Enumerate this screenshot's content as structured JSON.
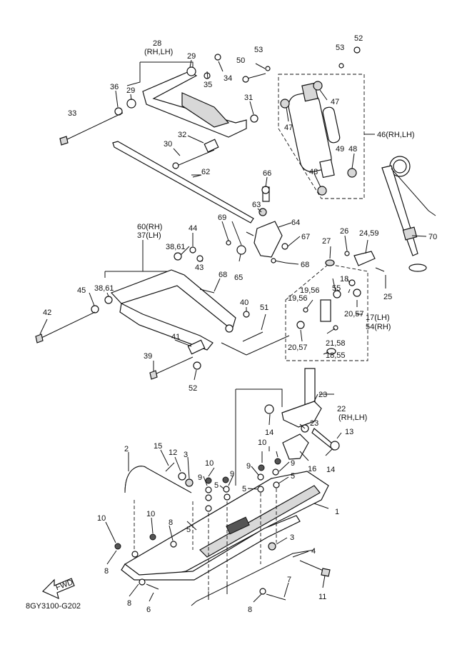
{
  "diagram": {
    "diagram_code": "8GY3100-G202",
    "fwd_label": "FWD",
    "callouts": [
      {
        "id": "c28",
        "text": "28"
      },
      {
        "id": "c28s",
        "text": "(RH,LH)"
      },
      {
        "id": "c29a",
        "text": "29"
      },
      {
        "id": "c29b",
        "text": "29"
      },
      {
        "id": "c35",
        "text": "35"
      },
      {
        "id": "c34",
        "text": "34"
      },
      {
        "id": "c50",
        "text": "50"
      },
      {
        "id": "c53a",
        "text": "53"
      },
      {
        "id": "c53b",
        "text": "53"
      },
      {
        "id": "c52a",
        "text": "52"
      },
      {
        "id": "c36",
        "text": "36"
      },
      {
        "id": "c31",
        "text": "31"
      },
      {
        "id": "c47a",
        "text": "47"
      },
      {
        "id": "c47b",
        "text": "47"
      },
      {
        "id": "c33",
        "text": "33"
      },
      {
        "id": "c46",
        "text": "46(RH,LH)"
      },
      {
        "id": "c32",
        "text": "32"
      },
      {
        "id": "c30",
        "text": "30"
      },
      {
        "id": "c49",
        "text": "49"
      },
      {
        "id": "c48a",
        "text": "48"
      },
      {
        "id": "c48b",
        "text": "48"
      },
      {
        "id": "c62",
        "text": "62"
      },
      {
        "id": "c66",
        "text": "66"
      },
      {
        "id": "c63",
        "text": "63"
      },
      {
        "id": "c69",
        "text": "69"
      },
      {
        "id": "c64",
        "text": "64"
      },
      {
        "id": "c60",
        "text": "60(RH)"
      },
      {
        "id": "c37",
        "text": "37(LH)"
      },
      {
        "id": "c44",
        "text": "44"
      },
      {
        "id": "c67",
        "text": "67"
      },
      {
        "id": "c27",
        "text": "27"
      },
      {
        "id": "c26",
        "text": "26"
      },
      {
        "id": "c2459",
        "text": "24,59"
      },
      {
        "id": "c70",
        "text": "70"
      },
      {
        "id": "c3861a",
        "text": "38,61"
      },
      {
        "id": "c43",
        "text": "43"
      },
      {
        "id": "c65",
        "text": "65"
      },
      {
        "id": "c68a",
        "text": "68"
      },
      {
        "id": "c68b",
        "text": "68"
      },
      {
        "id": "c18",
        "text": "18"
      },
      {
        "id": "c45",
        "text": "45"
      },
      {
        "id": "c3861b",
        "text": "38,61"
      },
      {
        "id": "c1956a",
        "text": "19,56"
      },
      {
        "id": "c55",
        "text": "55"
      },
      {
        "id": "c25",
        "text": "25"
      },
      {
        "id": "c1956b",
        "text": "19,56"
      },
      {
        "id": "c40",
        "text": "40"
      },
      {
        "id": "c51",
        "text": "51"
      },
      {
        "id": "c42",
        "text": "42"
      },
      {
        "id": "c2057a",
        "text": "20,57"
      },
      {
        "id": "c17",
        "text": "17(LH)"
      },
      {
        "id": "c54",
        "text": "54(RH)"
      },
      {
        "id": "c41",
        "text": "41"
      },
      {
        "id": "c2158",
        "text": "21,58"
      },
      {
        "id": "c2057b",
        "text": "20,57"
      },
      {
        "id": "c1855",
        "text": "18,55"
      },
      {
        "id": "c39",
        "text": "39"
      },
      {
        "id": "c52b",
        "text": "52"
      },
      {
        "id": "c23a",
        "text": "23"
      },
      {
        "id": "c22",
        "text": "22"
      },
      {
        "id": "c22s",
        "text": "(RH,LH)"
      },
      {
        "id": "c23b",
        "text": "23"
      },
      {
        "id": "c14a",
        "text": "14"
      },
      {
        "id": "c13",
        "text": "13"
      },
      {
        "id": "c15",
        "text": "15"
      },
      {
        "id": "c2",
        "text": "2"
      },
      {
        "id": "c12",
        "text": "12"
      },
      {
        "id": "c3a",
        "text": "3"
      },
      {
        "id": "c10a",
        "text": "10"
      },
      {
        "id": "c10b",
        "text": "10"
      },
      {
        "id": "c16",
        "text": "16"
      },
      {
        "id": "c14b",
        "text": "14"
      },
      {
        "id": "c9a",
        "text": "9"
      },
      {
        "id": "c5a",
        "text": "5"
      },
      {
        "id": "c9b",
        "text": "9"
      },
      {
        "id": "c9c",
        "text": "9"
      },
      {
        "id": "c9d",
        "text": "9"
      },
      {
        "id": "c5b",
        "text": "5"
      },
      {
        "id": "c5c",
        "text": "5"
      },
      {
        "id": "c1",
        "text": "1"
      },
      {
        "id": "c10c",
        "text": "10"
      },
      {
        "id": "c10d",
        "text": "10"
      },
      {
        "id": "c8a",
        "text": "8"
      },
      {
        "id": "c5d",
        "text": "5"
      },
      {
        "id": "c3b",
        "text": "3"
      },
      {
        "id": "c4",
        "text": "4"
      },
      {
        "id": "c8b",
        "text": "8"
      },
      {
        "id": "c11",
        "text": "11"
      },
      {
        "id": "c7",
        "text": "7"
      },
      {
        "id": "c8c",
        "text": "8"
      },
      {
        "id": "c6",
        "text": "6"
      },
      {
        "id": "c8d",
        "text": "8"
      }
    ]
  }
}
